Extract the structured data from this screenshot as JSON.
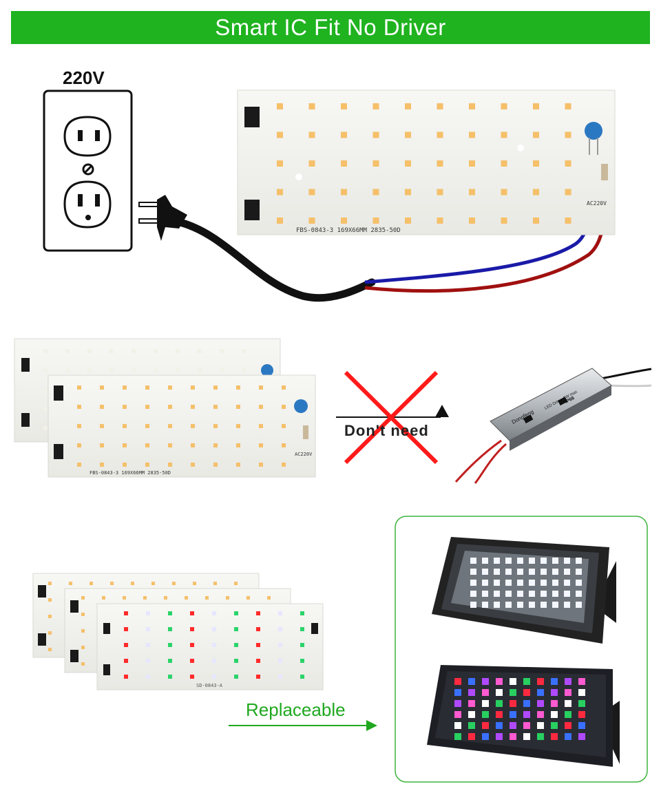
{
  "banner": {
    "title": "Smart IC Fit No Driver"
  },
  "socket": {
    "voltage_label": "220V"
  },
  "pcb_main": {
    "model_label": "FBS-0843-3   169X66MM  2835-50D",
    "ac_label": "AC220V"
  },
  "pcb_stack": {
    "model_label": "FBS-0843-3   169X66MM  2835-50D",
    "ac_label": "AC220V"
  },
  "pcb_rgb": {
    "model_label": "SD-0843-A"
  },
  "comparison": {
    "dont_need_label": "Don't need"
  },
  "driver": {
    "brand": "Dongfeng",
    "title": "LED Driver 5W max",
    "rating": "IP66"
  },
  "replaceable": {
    "label": "Replaceable"
  },
  "colors": {
    "banner_green": "#1fb31f",
    "accent_green": "#1fa81f",
    "cross_red": "#ff1a1a",
    "wire_blue": "#1a1aa8",
    "wire_red": "#a01010"
  }
}
